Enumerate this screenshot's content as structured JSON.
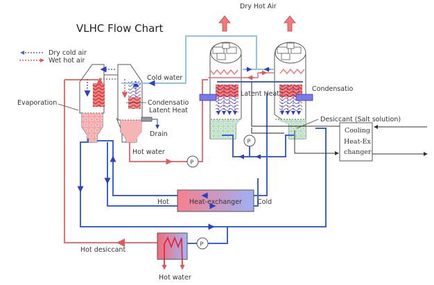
{
  "title": "VLHC Flow Chart",
  "legend": [
    {
      "label": "Dry cold air",
      "color": "#5b5bdc",
      "direction": "left"
    },
    {
      "label": "Wet hot air",
      "color": "#e05a5a",
      "direction": "right"
    }
  ],
  "labels": {
    "dry_hot_air": "Dry Hot Air",
    "cold_water": "Cold water",
    "evaporation": "Evaporation",
    "condensation_left": "Condensatio",
    "latent_heat_left": "Latent Heat",
    "drain": "Drain",
    "hot_water_top": "Hot water",
    "latent_heat_right": "Latent Heat",
    "condensation_right": "Condensatio",
    "desiccant": "Desiccant (Salt solution)",
    "cooling_hx_line1": "Cooling",
    "cooling_hx_line2": "Heat-Ex",
    "cooling_hx_line3": "changer",
    "hot": "Hot",
    "heat_exchanger": "Heat-exchanger",
    "cold": "Cold",
    "hot_desiccant": "Hot desiccant",
    "hot_water_bottom": "Hot water",
    "pump": "P"
  },
  "colors": {
    "red_line": "#e87070",
    "blue_line": "#3a62d8",
    "light_blue_line": "#8ec4ec",
    "desiccant_green": "#bfe0c8",
    "wet_pink": "#f4a0a0"
  }
}
